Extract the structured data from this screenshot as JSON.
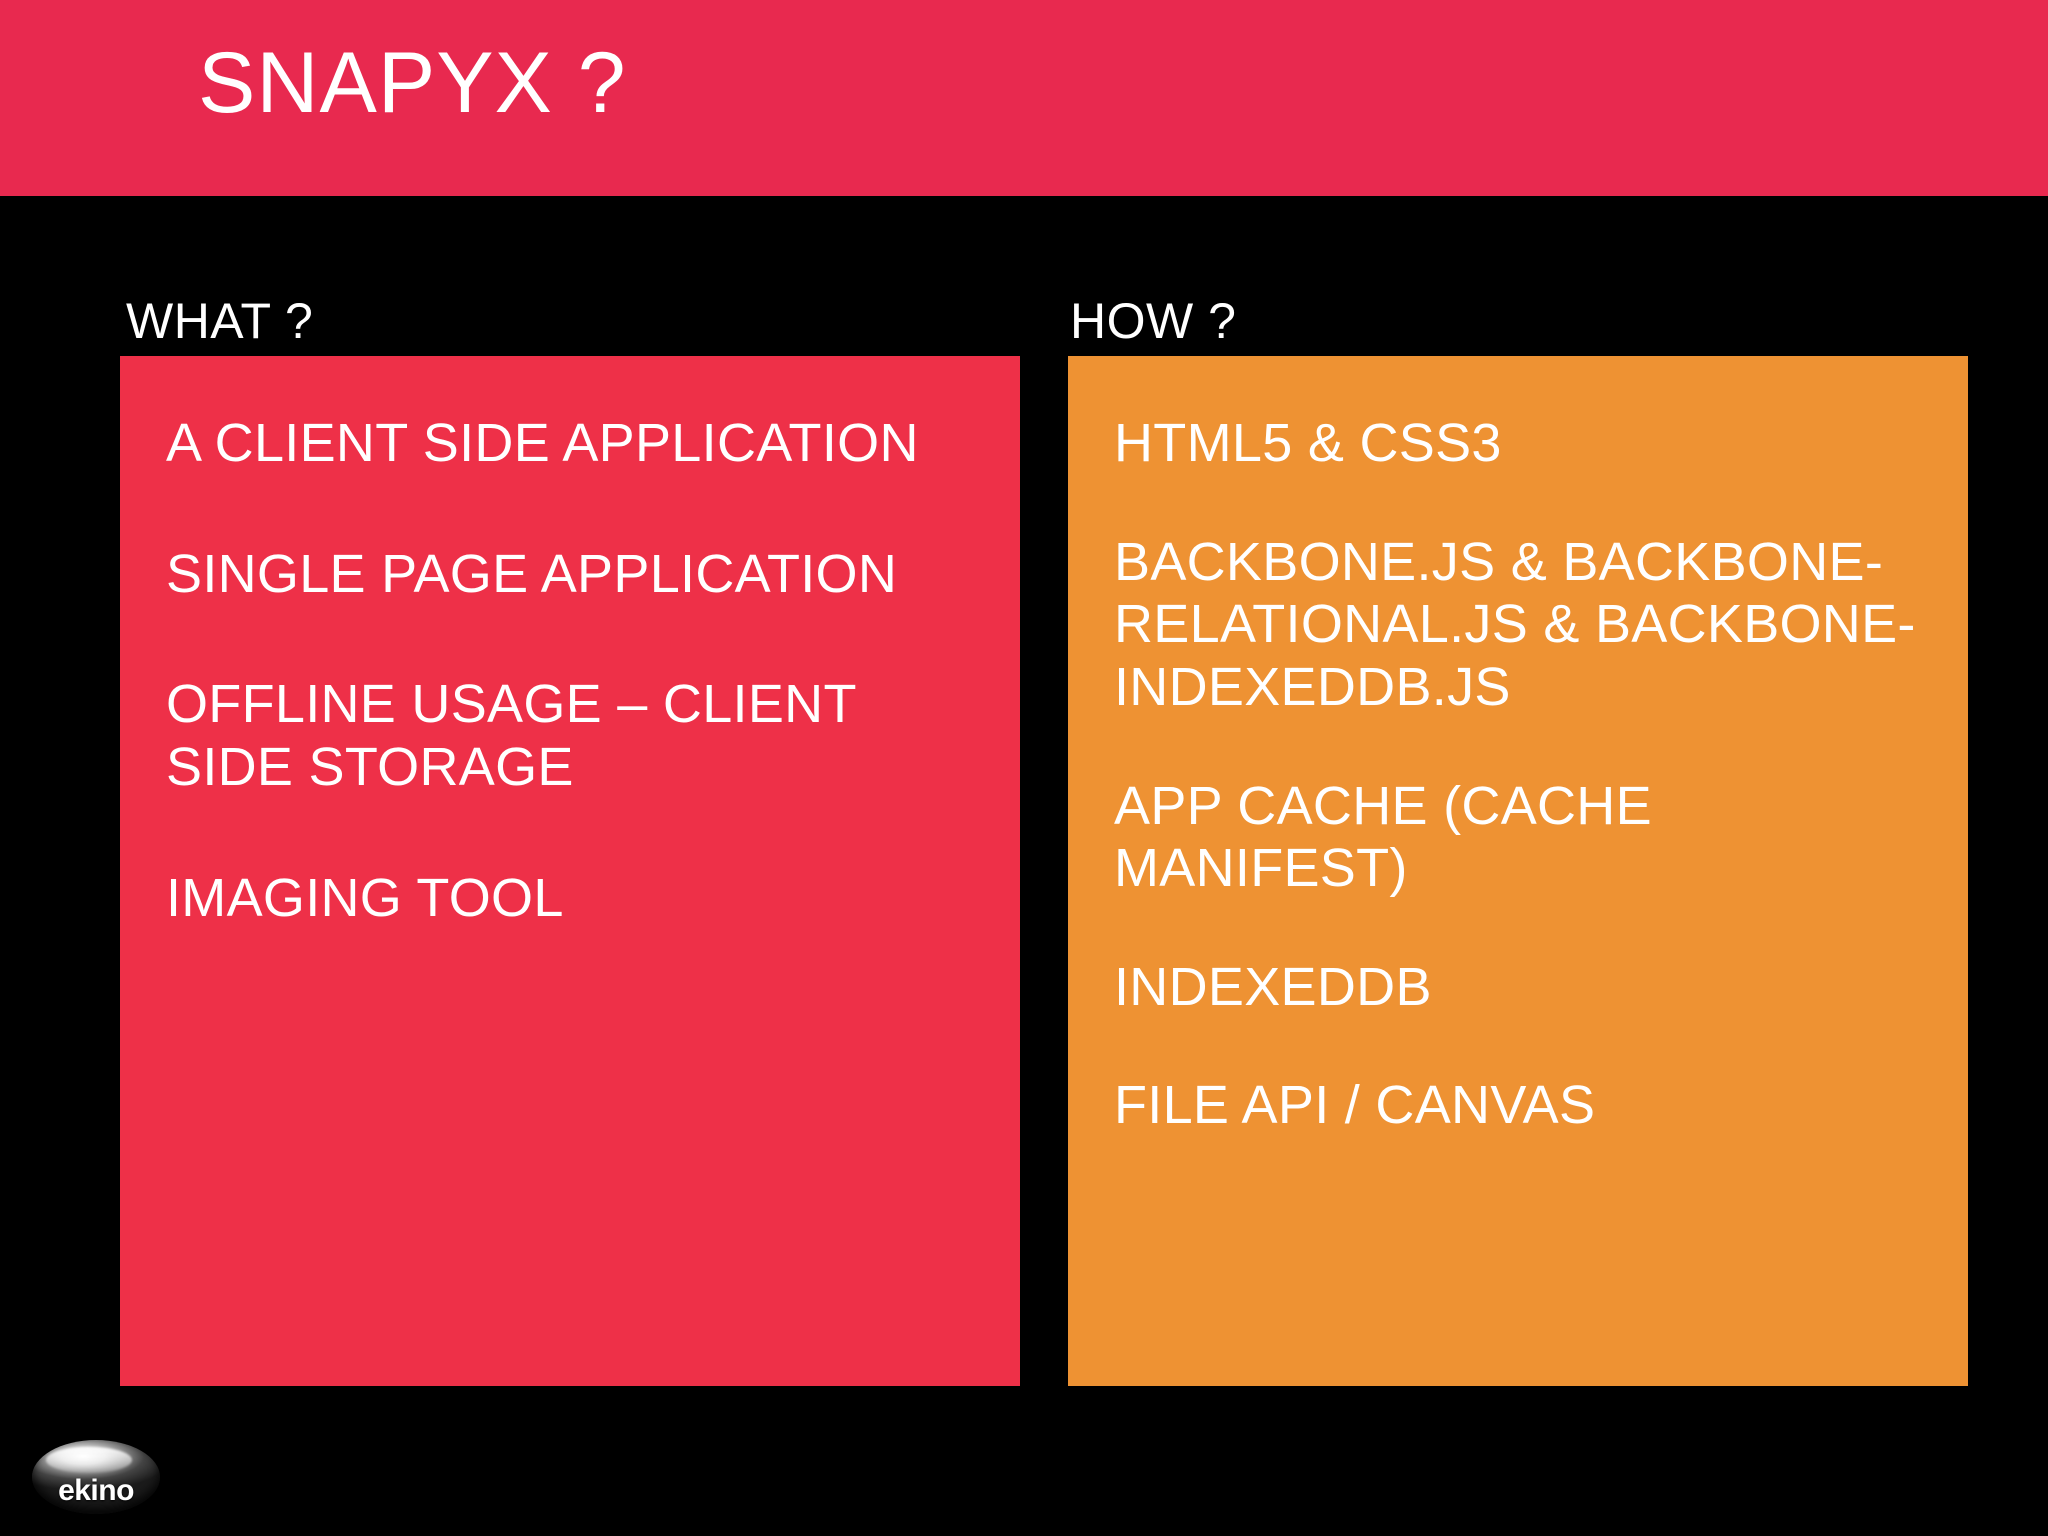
{
  "slide": {
    "background_color": "#000000",
    "header": {
      "title": "SNAPYX ?",
      "background_color": "#e8294f",
      "text_color": "#ffffff"
    },
    "columns": [
      {
        "heading": "WHAT ?",
        "panel_color": "#ee3048",
        "text_color": "#ffffff",
        "items": [
          "A CLIENT SIDE APPLICATION",
          "SINGLE PAGE APPLICATION",
          "OFFLINE USAGE – CLIENT SIDE STORAGE",
          "IMAGING TOOL"
        ]
      },
      {
        "heading": "HOW ?",
        "panel_color": "#ee9233",
        "text_color": "#ffffff",
        "items": [
          "HTML5 & CSS3",
          "BACKBONE.JS & BACKBONE-RELATIONAL.JS & BACKBONE-INDEXEDDB.JS",
          "APP CACHE (CACHE MANIFEST)",
          "INDEXEDDB",
          "FILE API / CANVAS"
        ]
      }
    ],
    "logo": {
      "text": "ekino"
    }
  }
}
